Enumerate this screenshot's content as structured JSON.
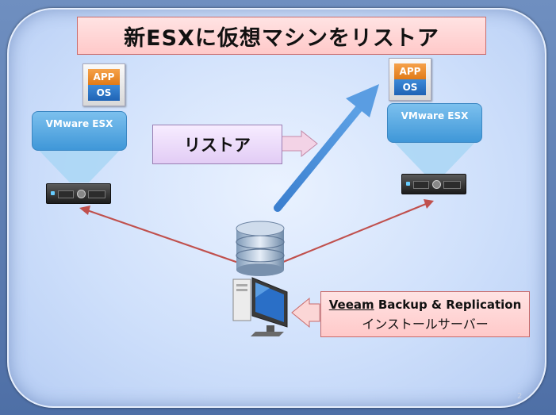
{
  "title": "新ESXに仮想マシンをリストア",
  "left_host": {
    "app_label": "APP",
    "os_label": "OS",
    "esx_label": "VMware ESX"
  },
  "right_host": {
    "app_label": "APP",
    "os_label": "OS",
    "esx_label": "VMware ESX"
  },
  "restore_label": "リストア",
  "veeam": {
    "brand": "Veeam",
    "product_rest": " Backup & Replication",
    "line2": "インストールサーバー"
  },
  "page_number": "2",
  "colors": {
    "panel_bg": "#cfe0fb",
    "title_fill": "#ffc9c9",
    "restore_fill": "#e2ccf5",
    "esx_blue": "#3f97d8",
    "arrow_red": "#c0504d",
    "arrow_blue": "#4a8fd6"
  }
}
